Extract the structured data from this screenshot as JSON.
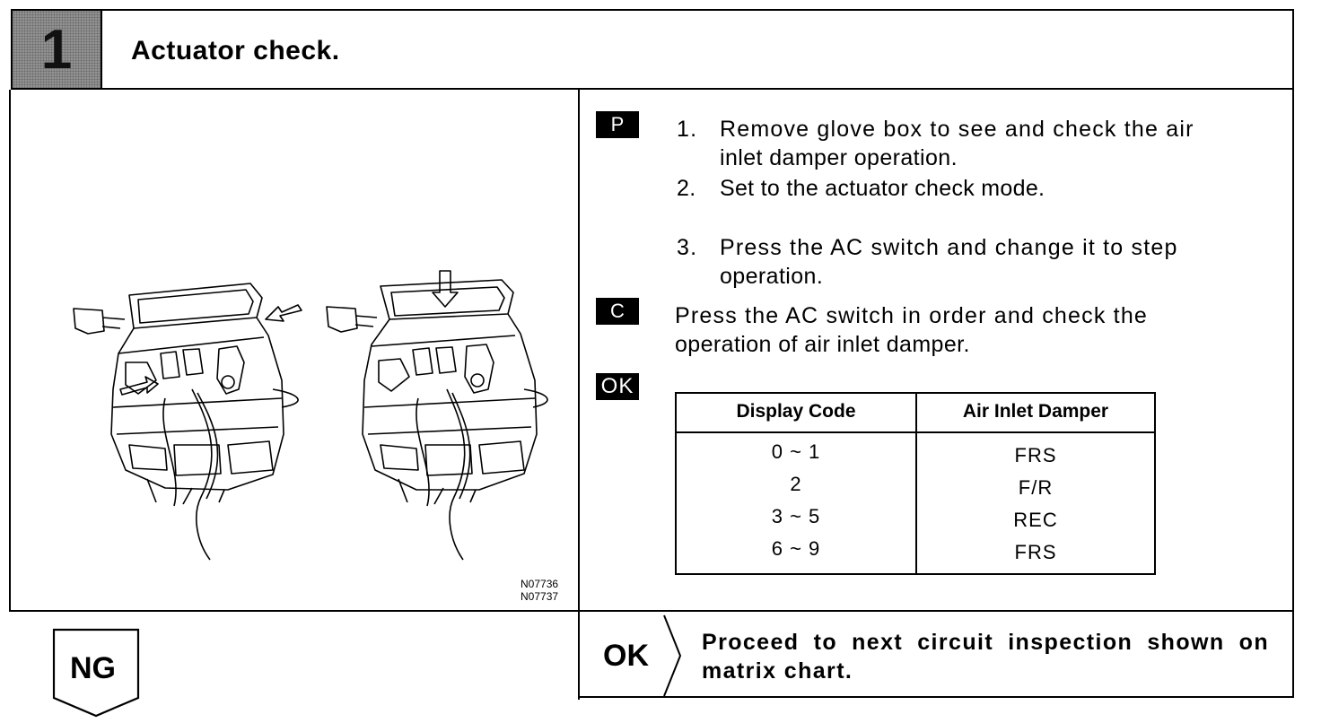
{
  "header": {
    "step_number": "1",
    "title": "Actuator check."
  },
  "figure": {
    "codes": [
      "N07736",
      "N07737"
    ]
  },
  "instructions": {
    "tag_p": "P",
    "tag_c": "C",
    "tag_ok": "OK",
    "steps": [
      {
        "num": "1.",
        "lines": [
          "Remove glove box to see and check the air",
          "inlet  damper operation."
        ]
      },
      {
        "num": "2.",
        "lines": [
          "Set to the actuator check mode."
        ]
      },
      {
        "num": "3.",
        "lines": [
          "Press the AC switch and change it to step",
          "operation."
        ]
      }
    ],
    "check_lines": [
      "Press the AC switch in order and check the",
      "operation of air inlet damper."
    ]
  },
  "table": {
    "headers": [
      "Display Code",
      "Air Inlet Damper"
    ],
    "rows": [
      [
        "0 ~ 1",
        "FRS"
      ],
      [
        "2",
        "F/R"
      ],
      [
        "3 ~ 5",
        "REC"
      ],
      [
        "6 ~ 9",
        "FRS"
      ]
    ]
  },
  "result_ok": {
    "label": "OK",
    "text": "Proceed to next circuit inspection shown on matrix chart."
  },
  "result_ng": {
    "label": "NG"
  }
}
